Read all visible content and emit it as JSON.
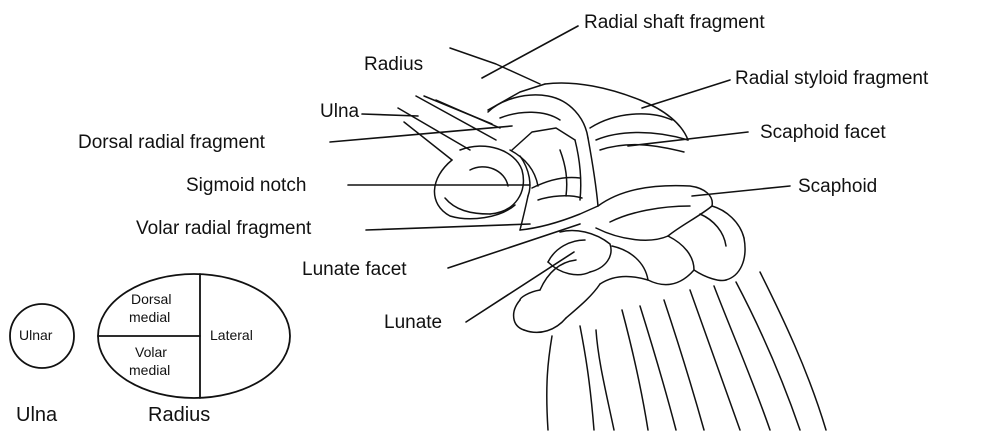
{
  "labels": {
    "radial_shaft_fragment": "Radial shaft fragment",
    "radius": "Radius",
    "radial_styloid_fragment": "Radial styloid fragment",
    "ulna": "Ulna",
    "dorsal_radial_fragment": "Dorsal radial fragment",
    "scaphoid_facet": "Scaphoid facet",
    "sigmoid_notch": "Sigmoid notch",
    "scaphoid": "Scaphoid",
    "volar_radial_fragment": "Volar radial fragment",
    "lunate_facet": "Lunate facet",
    "lunate": "Lunate"
  },
  "schematic": {
    "ulnar": "Ulnar",
    "dorsal_medial_line1": "Dorsal",
    "dorsal_medial_line2": "medial",
    "volar_medial_line1": "Volar",
    "volar_medial_line2": "medial",
    "lateral": "Lateral",
    "caption_ulna": "Ulna",
    "caption_radius": "Radius"
  },
  "colors": {
    "ink": "#111111",
    "background": "#ffffff"
  }
}
